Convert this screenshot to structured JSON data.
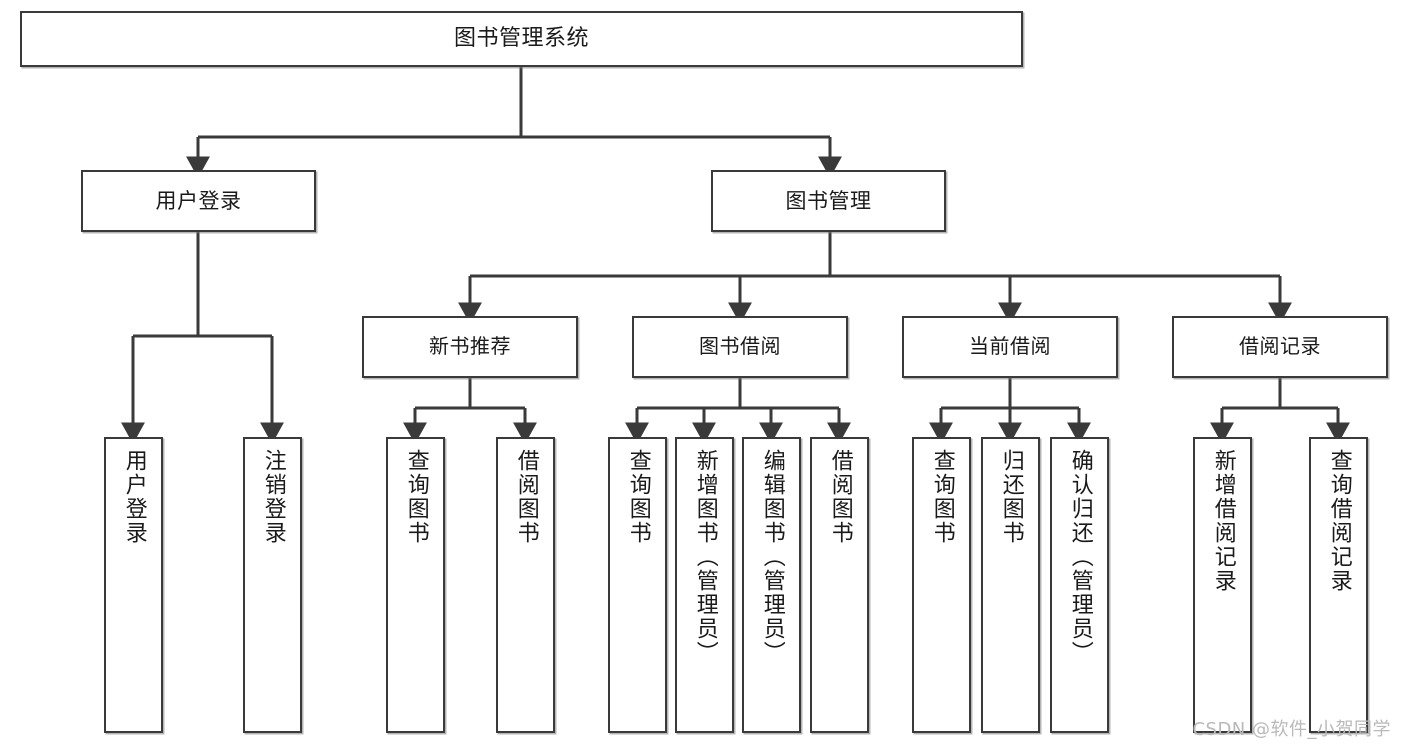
{
  "diagram": {
    "title": "图书管理系统",
    "type": "tree",
    "orientation": "top-down",
    "colors": {
      "box_border": "#3a3a3a",
      "box_fill": "#ffffff",
      "connector": "#3a3a3a",
      "watermark": "#b9b9b9",
      "background": "#ffffff"
    },
    "root": {
      "label": "图书管理系统"
    },
    "level1": [
      {
        "label": "用户登录"
      },
      {
        "label": "图书管理"
      }
    ],
    "level2": [
      {
        "label": "新书推荐"
      },
      {
        "label": "图书借阅"
      },
      {
        "label": "当前借阅"
      },
      {
        "label": "借阅记录"
      }
    ],
    "leaves": {
      "user_login": [
        {
          "label": "用户登录"
        },
        {
          "label": "注销登录"
        }
      ],
      "new_book_recommend": [
        {
          "label": "查询图书"
        },
        {
          "label": "借阅图书"
        }
      ],
      "book_borrow": [
        {
          "label": "查询图书"
        },
        {
          "label": "新增图书（管理员）"
        },
        {
          "label": "编辑图书（管理员）"
        },
        {
          "label": "借阅图书"
        }
      ],
      "current_borrow": [
        {
          "label": "查询图书"
        },
        {
          "label": "归还图书"
        },
        {
          "label": "确认归还（管理员）"
        }
      ],
      "borrow_record": [
        {
          "label": "新增借阅记录"
        },
        {
          "label": "查询借阅记录"
        }
      ]
    }
  },
  "watermark": {
    "text": "CSDN @软件_小贺同学"
  }
}
